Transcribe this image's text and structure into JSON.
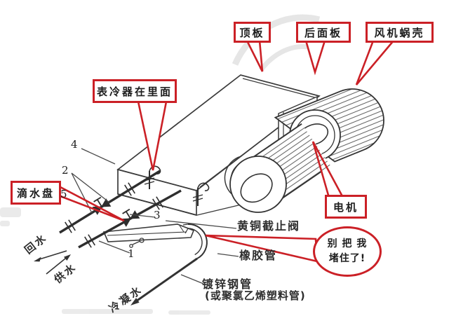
{
  "callout_boxes": {
    "top_plate": "顶板",
    "rear_panel": "后面板",
    "fan_volute": "风机蜗壳",
    "cooler_inside": "表冷器在里面",
    "drip_pan": "滴水盘",
    "motor": "电机"
  },
  "speech_bubble": {
    "line1": "别 把 我",
    "line2": "堵住了!"
  },
  "part_labels": {
    "brass_stop_valve": "黄铜截止阀",
    "rubber_hose": "橡胶管",
    "galvanized_steel_pipe": "镀锌钢管",
    "pvc_alternative": "(或聚氯乙烯塑料管)"
  },
  "flow_labels": {
    "return_water": "回水",
    "supply_water": "供水",
    "condensate_water": "冷凝水"
  },
  "markers": {
    "m1": "1",
    "m2": "2",
    "m3": "3",
    "m4": "4",
    "m5": "5"
  },
  "colors": {
    "callout_red": "#cb2026",
    "ink": "#2e2e2e",
    "paper": "#ffffff"
  }
}
